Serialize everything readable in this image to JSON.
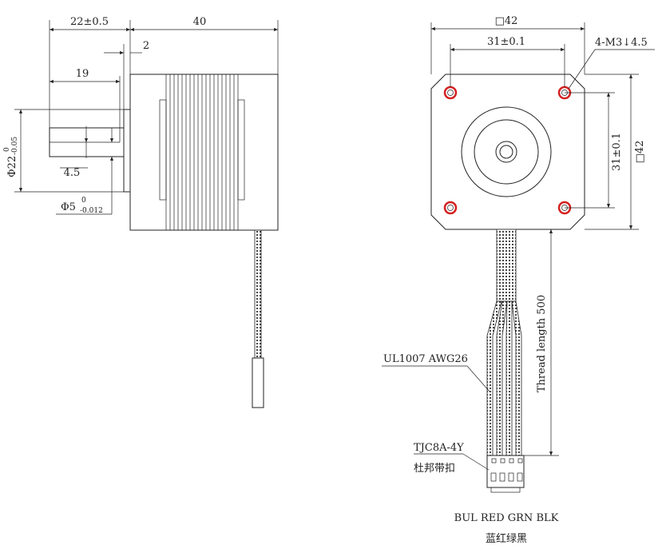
{
  "side_view": {
    "dim_shaft_length": "22±0.5",
    "dim_body_length": "40",
    "dim_flange": "2",
    "dim_flat_length": "19",
    "dim_flat": "4.5",
    "dim_boss_symbol": "Φ22",
    "dim_boss_tol_upper": "0",
    "dim_boss_tol_lower": "-0.05",
    "dim_shaft_symbol": "Φ5",
    "dim_shaft_tol_upper": "0",
    "dim_shaft_tol_lower": "-0.012"
  },
  "front_view": {
    "dim_body_width": "□42",
    "dim_hole_spacing_h": "31±0.1",
    "dim_holes": "4-M3↓4.5",
    "dim_hole_spacing_v": "31±0.1",
    "dim_body_height": "□42",
    "dim_thread_length": "Thread length 500",
    "cable_label": "UL1007 AWG26",
    "connector_model": "TJC8A-4Y",
    "connector_brand": "杜邦带扣",
    "wire_colors_en": "BUL RED GRN BLK",
    "wire_colors_cn": "蓝红绿黑"
  },
  "colors": {
    "line": "#222222",
    "hole_ring": "#d42020"
  }
}
